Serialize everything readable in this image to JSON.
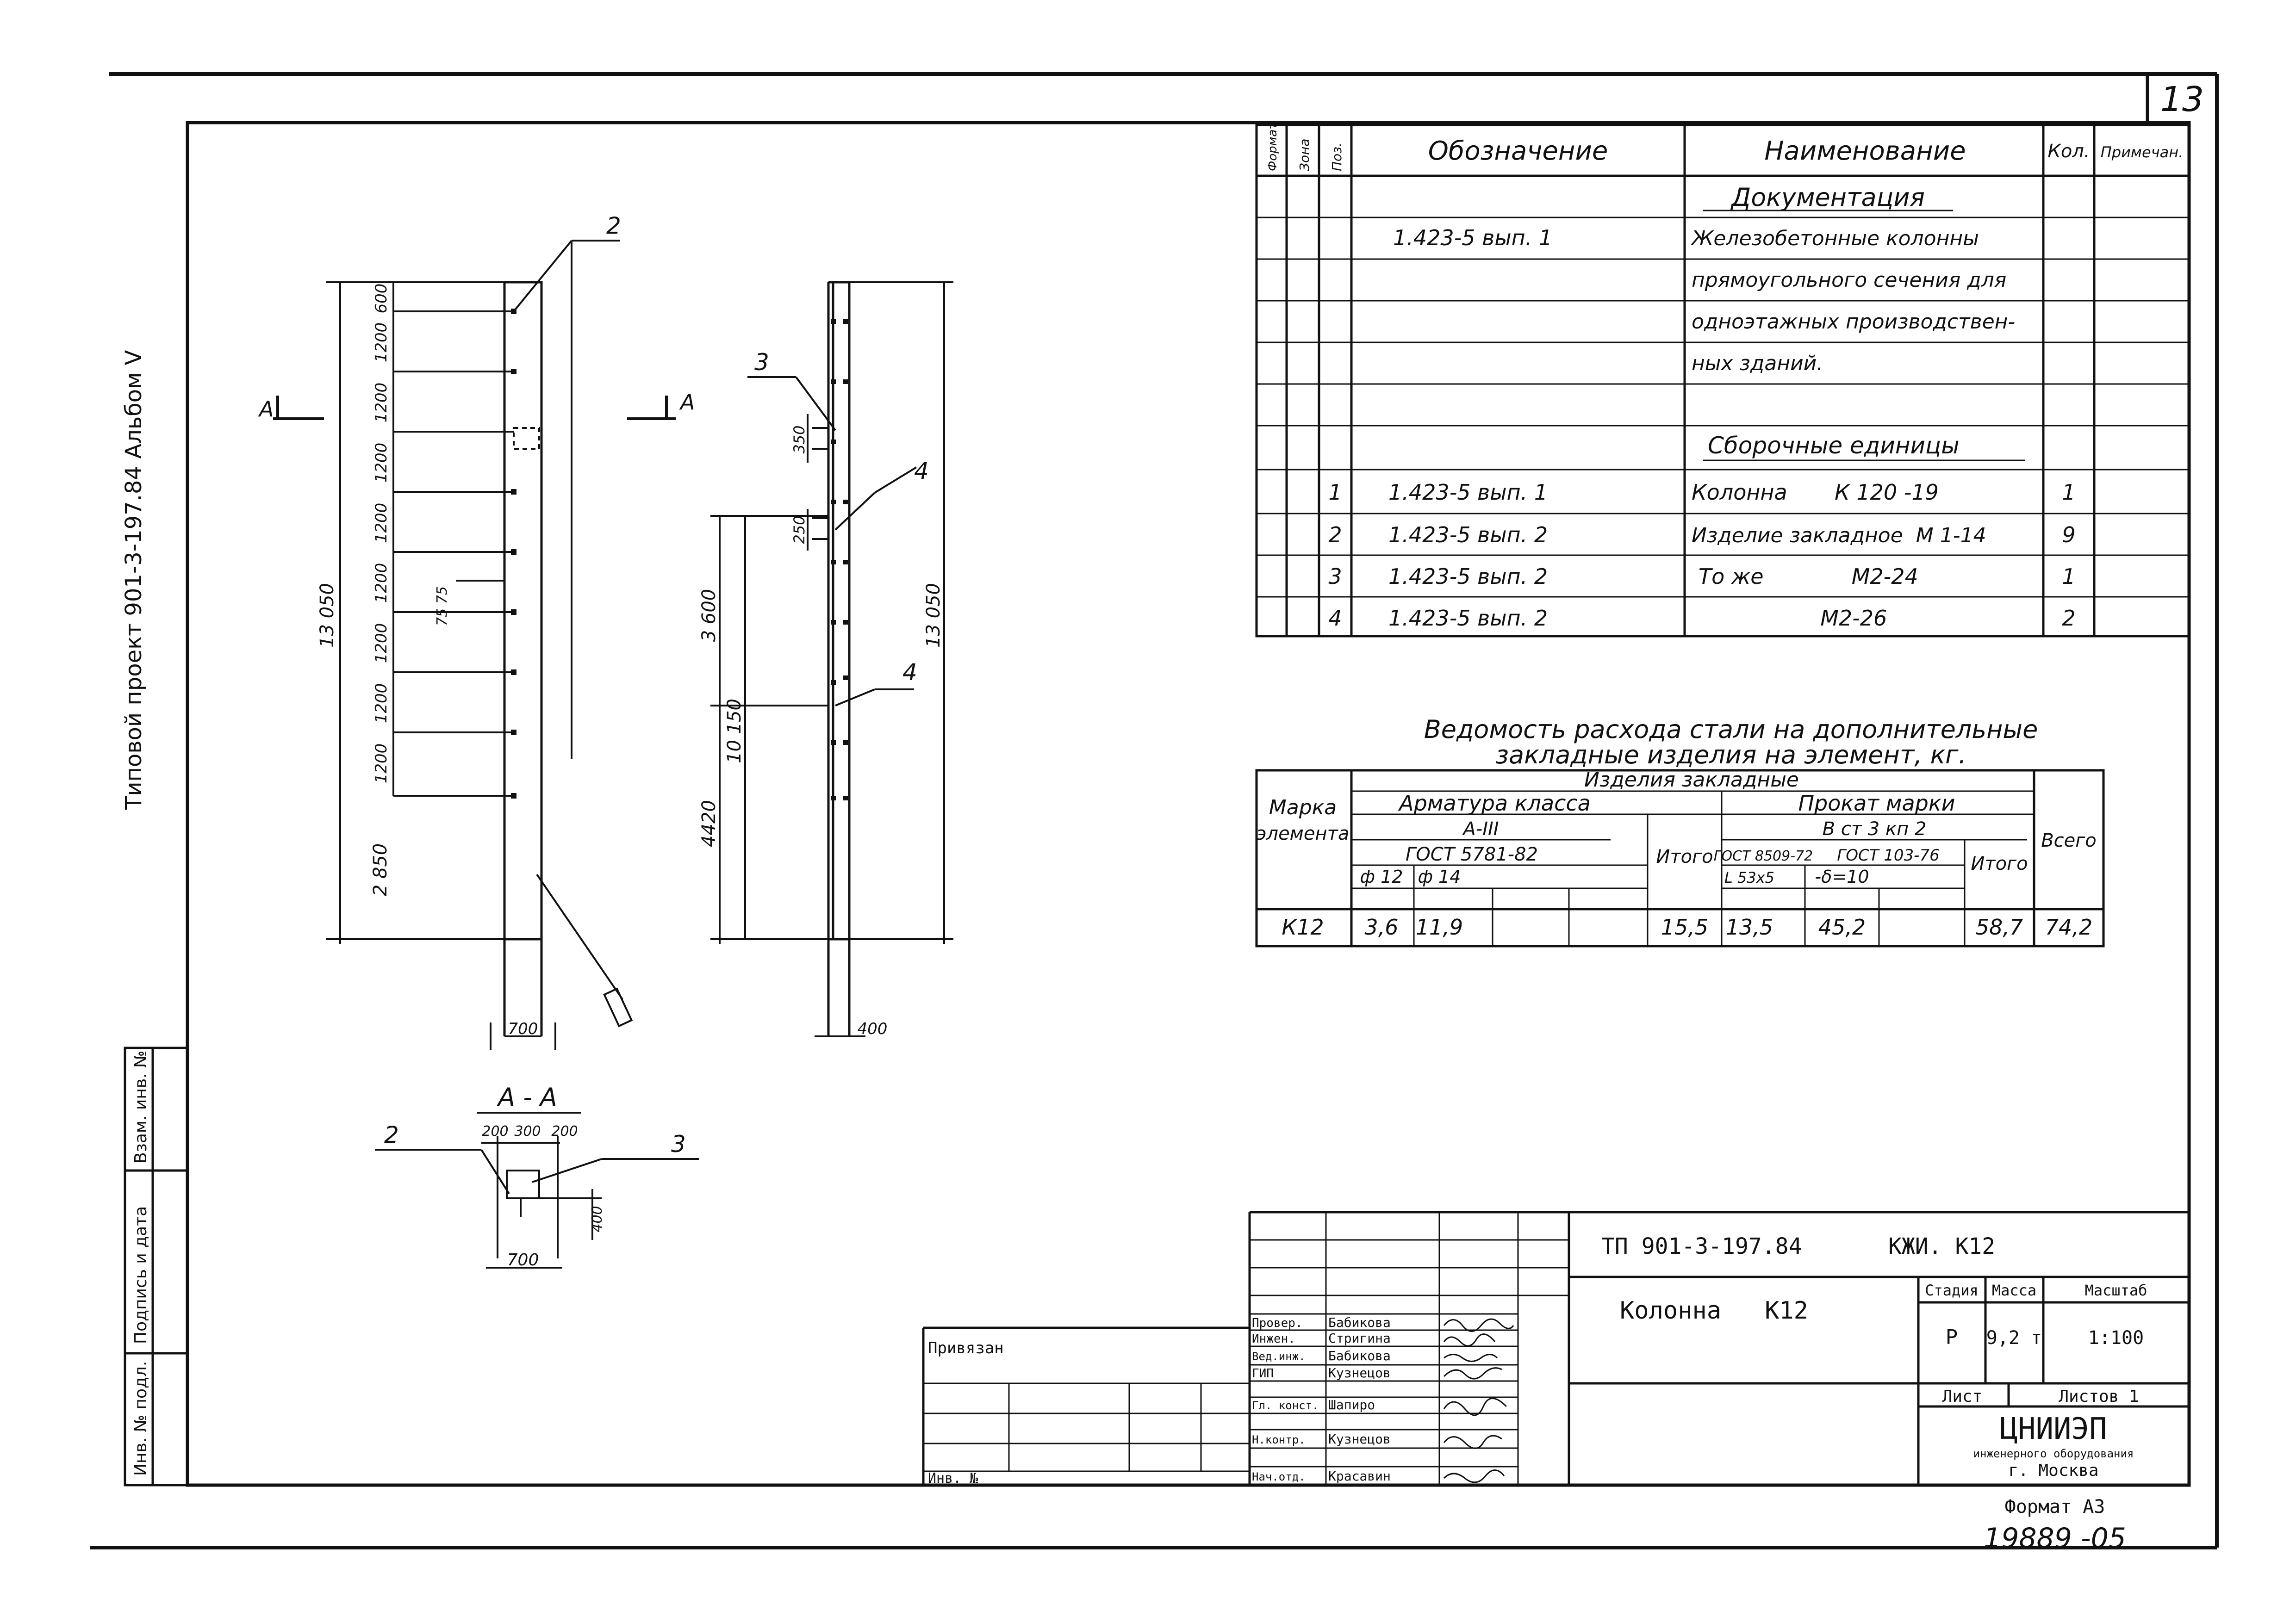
{
  "sheet_number": "13",
  "side_title": "Типовой проект 901-3-197.84 Альбом V",
  "side_stamp": [
    "Инв. № подл.",
    "Подпись и дата",
    "Взам. инв. №"
  ],
  "spec_headers": {
    "format": "Формат",
    "zone": "Зона",
    "pos": "Поз.",
    "designation": "Обозначение",
    "name": "Наименование",
    "qty": "Кол.",
    "note": "Примечан."
  },
  "spec_rows": [
    {
      "pos": "",
      "designation": "",
      "name": "Документация",
      "qty": ""
    },
    {
      "pos": "",
      "designation": "1.423-5  вып. 1",
      "name": "Железобетонные колонны",
      "qty": ""
    },
    {
      "pos": "",
      "designation": "",
      "name": "прямоугольного сечения для",
      "qty": ""
    },
    {
      "pos": "",
      "designation": "",
      "name": "одноэтажных производствен-",
      "qty": ""
    },
    {
      "pos": "",
      "designation": "",
      "name": "ных зданий.",
      "qty": ""
    },
    {
      "pos": "",
      "designation": "",
      "name": "",
      "qty": ""
    },
    {
      "pos": "",
      "designation": "",
      "name": "Сборочные единицы",
      "qty": ""
    },
    {
      "pos": "1",
      "designation": "1.423-5  вып. 1",
      "name": "Колонна       К 120 -19",
      "qty": "1"
    },
    {
      "pos": "2",
      "designation": "1.423-5  вып. 2",
      "name": "Изделие закладное  М 1-14",
      "qty": "9"
    },
    {
      "pos": "3",
      "designation": "1.423-5  вып. 2",
      "name": "То же             М2-24",
      "qty": "1"
    },
    {
      "pos": "4",
      "designation": "1.423-5  вып. 2",
      "name": "                  М2-26",
      "qty": "2"
    }
  ],
  "steel": {
    "title1": "Ведомость расхода стали на дополнительные",
    "title2": "закладные изделия на элемент, кг.",
    "h_group": "Изделия закладные",
    "h_mark1": "Марка",
    "h_mark2": "элемента",
    "h_arm": "Арматура класса",
    "h_arm_class": "А-III",
    "h_arm_gost": "ГОСТ 5781-82",
    "h_prokat": "Прокат марки",
    "h_prokat_mark": "В ст 3 кп 2",
    "h_gost_a": "ГОСТ 8509-72",
    "h_gost_b": "ГОСТ 103-76",
    "h_phi12": "ф 12",
    "h_phi14": "ф 14",
    "h_l": "L 53х5",
    "h_delta": "-δ=10",
    "h_itogo": "Итого",
    "h_vsego": "Всего",
    "row": {
      "mark": "К12",
      "phi12": "3,6",
      "phi14": "11,9",
      "itogo1": "15,5",
      "l": "13,5",
      "delta": "45,2",
      "itogo2": "58,7",
      "vsego": "74,2"
    }
  },
  "drawing": {
    "labels": {
      "p2": "2",
      "p3": "3",
      "p4": "4",
      "sec_l": "А",
      "sec_r": "А",
      "section": "А - А"
    },
    "dims": {
      "h_total": "13 050",
      "bottom": "2 850",
      "step": "1200",
      "top": "600",
      "gap": "75   75",
      "h2_total": "13 050",
      "d3600": "3 600",
      "d10150": "10 150",
      "d4420": "4420",
      "d350": "350",
      "d250": "250",
      "w700": "700",
      "w400": "400",
      "s200a": "200",
      "s300": "300",
      "s200b": "200",
      "s400": "400",
      "s700": "700"
    }
  },
  "title_block": {
    "code": "ТП 901-3-197.84",
    "mark": "КЖИ. К12",
    "object": "Колонна   К12",
    "stage_h": "Стадия",
    "mass_h": "Масса",
    "scale_h": "Масштаб",
    "stage": "Р",
    "mass": "9,2 т",
    "scale": "1:100",
    "sheet_h": "Лист",
    "sheets_h": "Листов 1",
    "org1": "ЦНИИЭП",
    "org2": "инженерного оборудования",
    "org3": "г. Москва",
    "privyazan": "Привязан",
    "inv": "Инв. №",
    "format": "Формат А3",
    "doc_no": "19889 -05",
    "roles": [
      {
        "role": "Провер.",
        "name": "Бабикова"
      },
      {
        "role": "Инжен.",
        "name": "Стригина"
      },
      {
        "role": "Вед.инж.",
        "name": "Бабикова"
      },
      {
        "role": "ГИП",
        "name": "Кузнецов"
      },
      {
        "role": "Гл. конст.",
        "name": "Шапиро"
      },
      {
        "role": "Н.контр.",
        "name": "Кузнецов"
      },
      {
        "role": "Нач.отд.",
        "name": "Красавин"
      }
    ]
  }
}
